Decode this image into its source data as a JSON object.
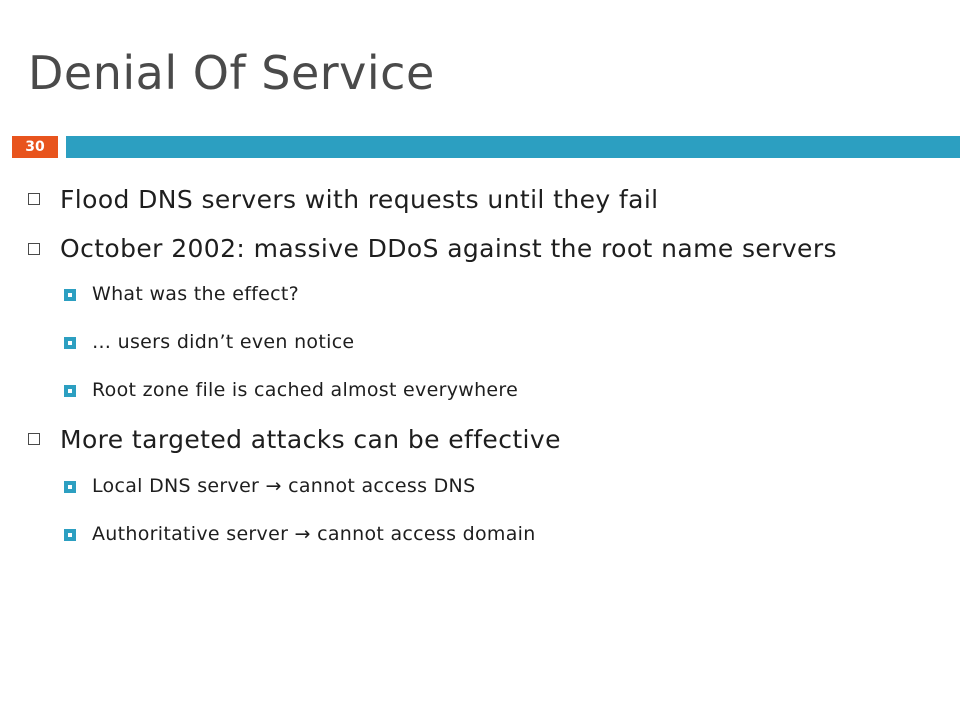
{
  "slide": {
    "title": "Denial Of Service",
    "number": "30"
  },
  "bullets": [
    {
      "text": "Flood DNS servers with requests until they fail"
    },
    {
      "text": "October 2002: massive DDoS against the root name servers",
      "sub": [
        "What was the effect?",
        "… users didn’t even notice",
        "Root zone file is cached almost everywhere"
      ]
    },
    {
      "text": "More targeted attacks can be effective",
      "sub": [
        "Local DNS server → cannot access DNS",
        "Authoritative server → cannot access domain"
      ]
    }
  ],
  "colors": {
    "accent_bar": "#2c9fc1",
    "number_badge": "#e8541d"
  }
}
